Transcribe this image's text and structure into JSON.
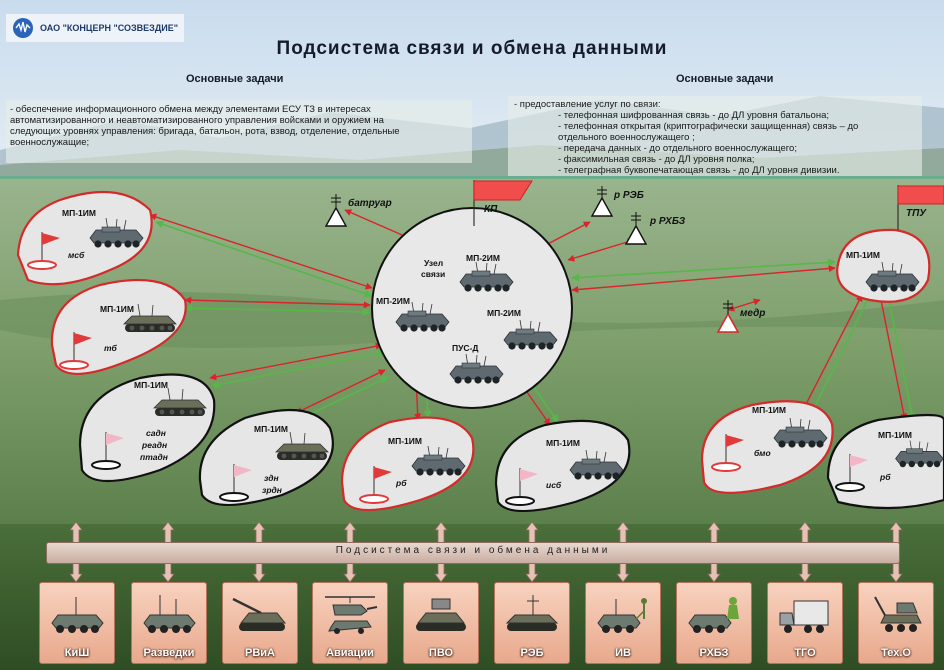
{
  "brand": {
    "name": "ОАО \"КОНЦЕРН \"СОЗВЕЗДИЕ\""
  },
  "title": "Подсистема связи и обмена данными",
  "left_tasks": {
    "heading": "Основные задачи",
    "lines": [
      "- обеспечение информационного обмена между элементами ЕСУ ТЗ в интересах",
      "автоматизированного и неавтоматизированного управления войсками и оружием на",
      "следующих уровнях управления: бригада, батальон, рота, взвод, отделение, отдельные",
      "военнослужащие;"
    ]
  },
  "right_tasks": {
    "heading": "Основные задачи",
    "lines": [
      "- предоставление услуг по связи:",
      "- телефонная шифрованная связь - до ДЛ уровня батальона;",
      "- телефонная открытая (криптографически защищенная) связь – до",
      "отдельного военнослужащего ;",
      "- передача данных - до отдельного военнослужащего;",
      "- факсимильная связь - до ДЛ уровня полка;",
      "- телеграфная буквопечатающая связь - до ДЛ уровня дивизии."
    ]
  },
  "hub": {
    "title_line1": "Узел",
    "title_line2": "связи",
    "vehicles": [
      "МП-2ИМ",
      "МП-2ИМ",
      "МП-2ИМ",
      "ПУС-Д"
    ]
  },
  "nodes": {
    "msb": {
      "vehicle": "МП-1ИМ",
      "unit": "мсб"
    },
    "tb": {
      "vehicle": "МП-1ИМ",
      "unit": "тб"
    },
    "sadn": {
      "vehicle": "МП-1ИМ",
      "unit_lines": [
        "садн",
        "реадн",
        "птадн"
      ]
    },
    "zdn": {
      "vehicle": "МП-1ИМ",
      "unit_lines": [
        "здн",
        "зрдн"
      ]
    },
    "rb1": {
      "vehicle": "МП-1ИМ",
      "unit": "рб"
    },
    "isb": {
      "vehicle": "МП-1ИМ",
      "unit": "исб"
    },
    "tpu": {
      "vehicle": "МП-1ИМ"
    },
    "bmo": {
      "vehicle": "МП-1ИМ",
      "unit": "бмо"
    },
    "rb2": {
      "vehicle": "МП-1ИМ",
      "unit": "рб"
    }
  },
  "markers": {
    "kp": "КП",
    "tpu": "ТПУ",
    "batruar": "батруар",
    "reb": "р РЭБ",
    "rhbz": "р РХБЗ",
    "medr": "медр"
  },
  "bus": {
    "label": "Подсистема связи и обмена данными"
  },
  "subsystems": [
    "КиШ",
    "Разведки",
    "РВиА",
    "Авиации",
    "ПВО",
    "РЭБ",
    "ИВ",
    "РХБЗ",
    "ТГО",
    "Тех.О"
  ],
  "colors": {
    "red_link": "#d8242a",
    "green_link": "#56b848",
    "node_border_red": "#d42a2a",
    "node_border_black": "#111111",
    "node_fill": "#e6e6e6",
    "tile_fill": "#f2bba3"
  }
}
